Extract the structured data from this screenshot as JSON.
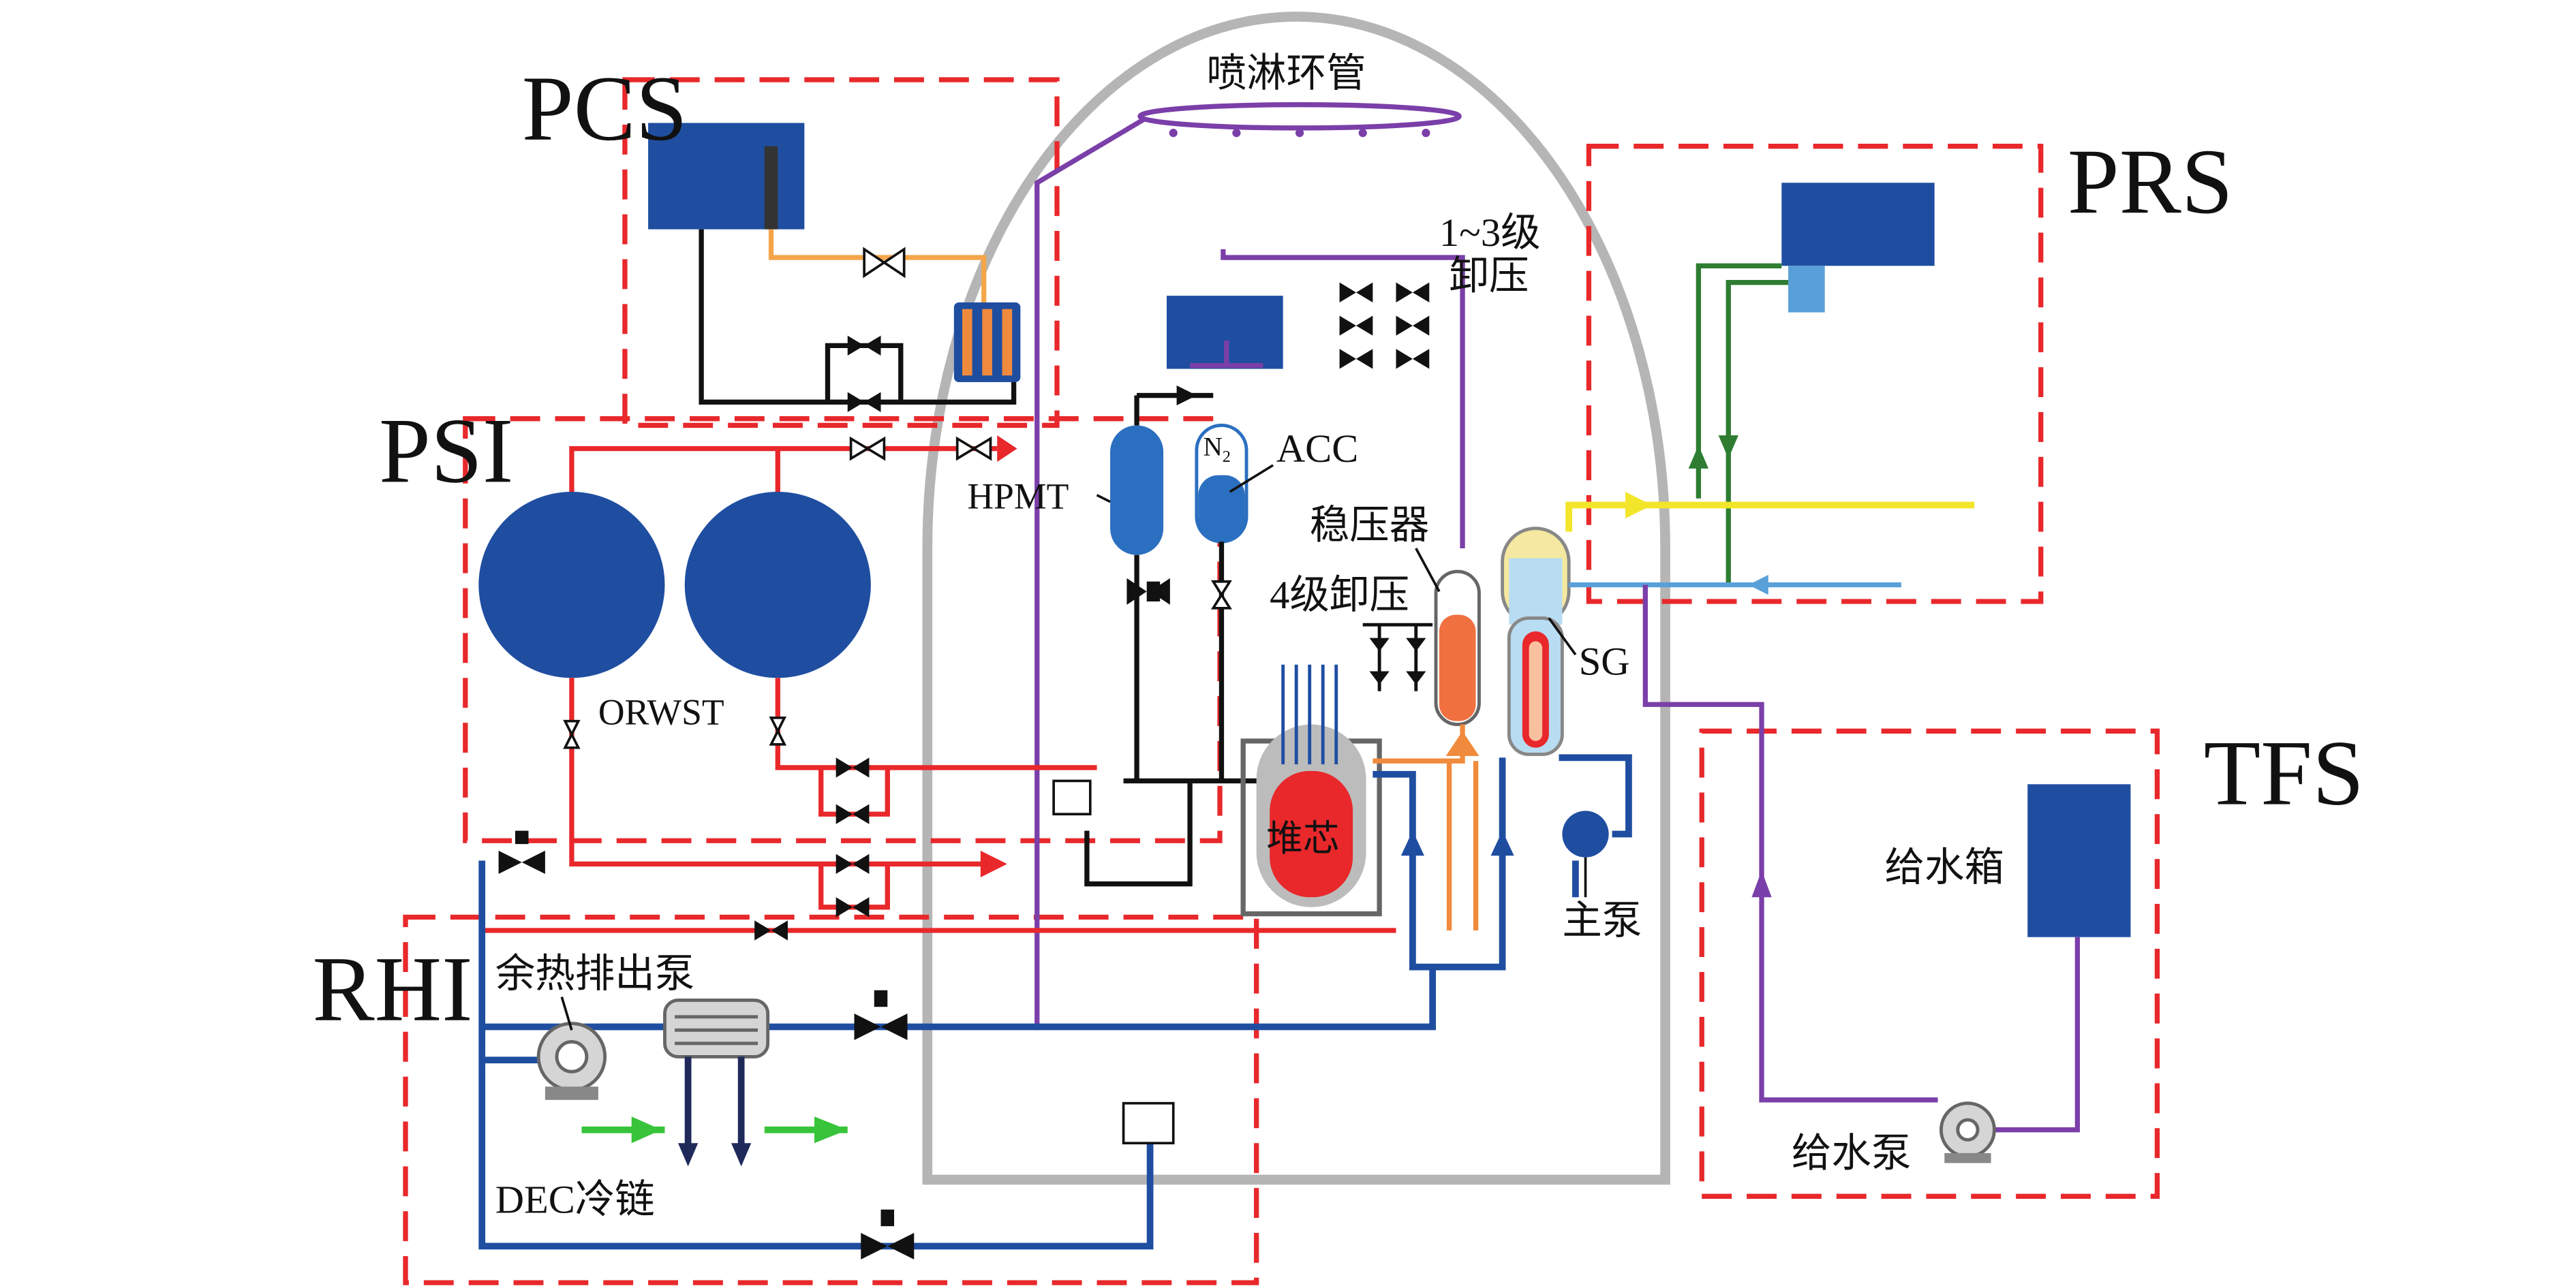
{
  "labels": {
    "pcs": "PCS",
    "psi": "PSI",
    "rhi": "RHI",
    "prs": "PRS",
    "tfs": "TFS",
    "spray_ring": "喷淋环管",
    "depress_1_3_a": "1~3级",
    "depress_1_3_b": "卸压",
    "hpmt": "HPMT",
    "acc": "ACC",
    "n2": "N",
    "n2_sub": "2",
    "pressurizer": "稳压器",
    "depress_4": "4级卸压",
    "orwst": "ORWST",
    "sg": "SG",
    "core": "堆芯",
    "main_pump": "主泵",
    "rhr_pump": "余热排出泵",
    "dec_chain": "DEC冷链",
    "fw_tank": "给水箱",
    "fw_pump": "给水泵"
  },
  "colors": {
    "containment": "#b5b5b5",
    "tank_blue": "#1f4ea1",
    "pipe_blue": "#1f4ea1",
    "pipe_red": "#e8282b",
    "pipe_orange": "#f08a3c",
    "pipe_light_orange": "#f5a54a",
    "pipe_purple": "#7a3fa8",
    "pipe_green": "#2e7d32",
    "pipe_yellow": "#f2e52a",
    "pipe_light_blue": "#5aa0d8",
    "dec_green": "#37c43a",
    "boundary_red": "#e8282b",
    "core_red": "#e8282b",
    "pressurizer_orange": "#f07040"
  }
}
